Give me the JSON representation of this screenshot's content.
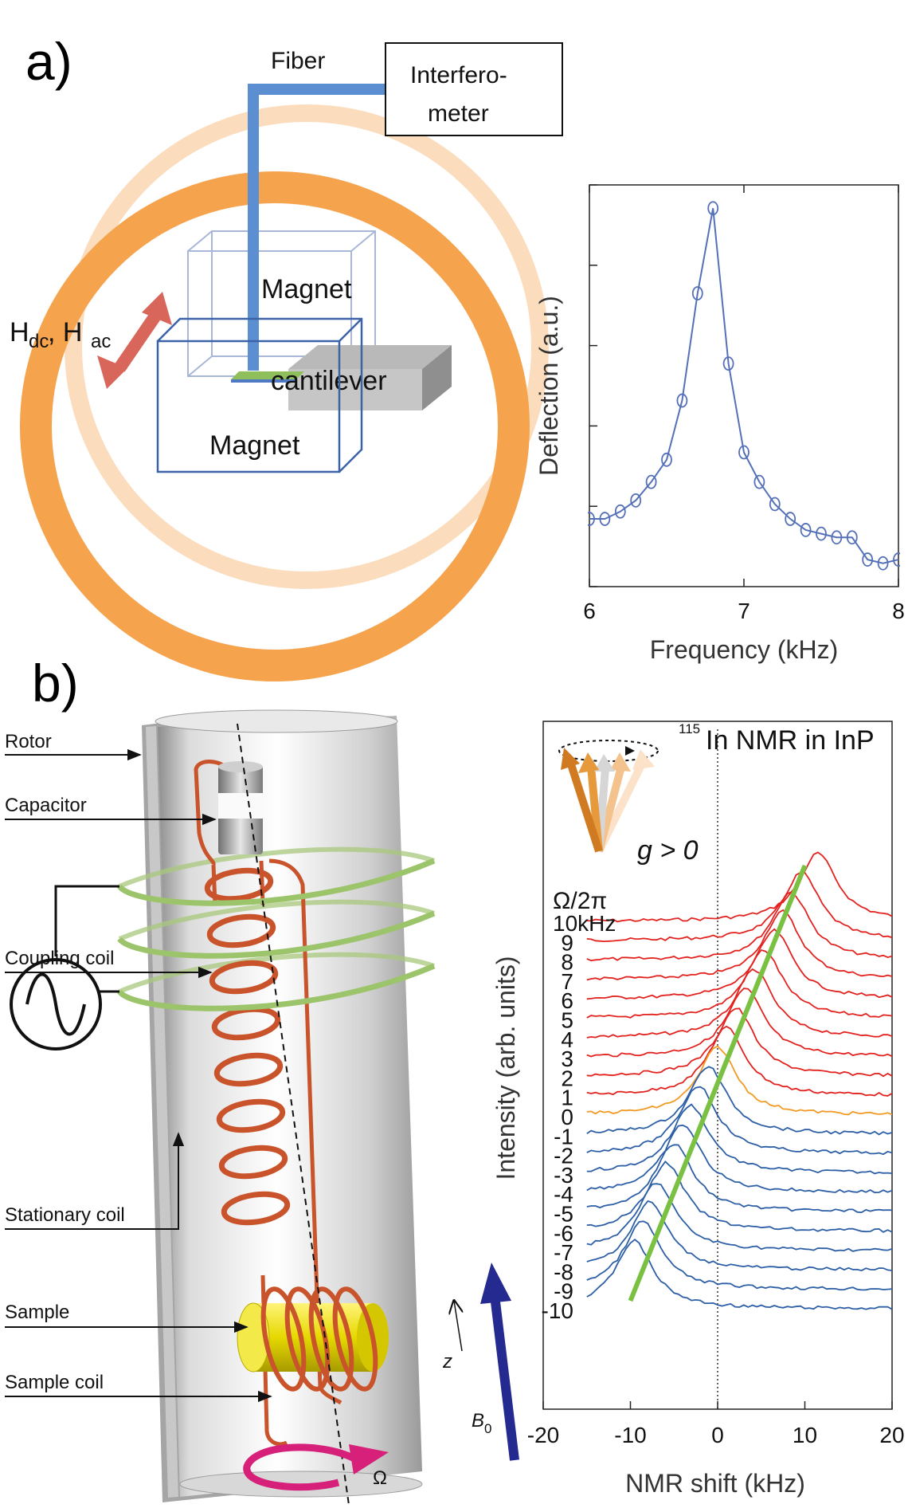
{
  "panel_a": {
    "letter": "a)",
    "fiber_label": "Fiber",
    "interferometer_line1": "Interfero-",
    "interferometer_line2": "meter",
    "magnet_top_label": "Magnet",
    "magnet_bottom_label": "Magnet",
    "cantilever_label": "cantilever",
    "field_label_H": "H",
    "field_label_dc": "dc",
    "field_label_sep": ", H",
    "field_label_ac": "ac",
    "colors": {
      "ring": "#f5a04b",
      "ring_faded": "#fbd9b4",
      "fiber": "#5b8fd1",
      "arrow": "#d9665b",
      "magnet": "#3c63a8",
      "cantilever": "#8fbf5a"
    }
  },
  "panel_b": {
    "letter": "b)",
    "callouts": [
      "Rotor",
      "Capacitor",
      "Coupling coil",
      "Stationary coil",
      "Sample",
      "Sample coil"
    ],
    "rotation_label": "Ω",
    "z_label": "z",
    "b0_label": "B",
    "b0_sub": "0",
    "colors": {
      "copper": "#c9532a",
      "green_coil": "#9cc46a",
      "rotation_arrow": "#d6207a",
      "b0_arrow": "#242a8f",
      "sample": "#e3d400"
    }
  },
  "chart_data": [
    {
      "type": "line",
      "xlabel": "Frequency (kHz)",
      "ylabel": "Deflection (a.u.)",
      "xlim": [
        6,
        8
      ],
      "ylim": [
        0,
        1
      ],
      "xticks": [
        "6",
        "7",
        "8"
      ],
      "x": [
        6.0,
        6.1,
        6.2,
        6.3,
        6.4,
        6.5,
        6.6,
        6.7,
        6.8,
        6.9,
        7.0,
        7.1,
        7.2,
        7.3,
        7.4,
        7.5,
        7.6,
        7.7,
        7.8,
        7.9,
        8.0
      ],
      "series": [
        {
          "values": [
            0.14,
            0.14,
            0.16,
            0.19,
            0.24,
            0.3,
            0.46,
            0.75,
            0.98,
            0.56,
            0.32,
            0.24,
            0.18,
            0.14,
            0.11,
            0.1,
            0.09,
            0.09,
            0.03,
            0.02,
            0.03
          ]
        }
      ],
      "grid": false,
      "marker": "open-circle",
      "color": "#5470b8"
    },
    {
      "type": "line",
      "title": "115In NMR in InP",
      "title_sup": "115",
      "title_main": "In NMR in InP",
      "inset_label": "g > 0",
      "stack_header": "Ω/2π",
      "xlabel": "NMR shift (kHz)",
      "ylabel": "Intensity (arb. units)",
      "xlim": [
        -20,
        20
      ],
      "xticks": [
        "-20",
        "-10",
        "0",
        "10",
        "20"
      ],
      "x_data_start": -15,
      "stack_labels": [
        "10kHz",
        "9",
        "8",
        "7",
        "6",
        "5",
        "4",
        "3",
        "2",
        "1",
        "0",
        "-1",
        "-2",
        "-3",
        "-4",
        "-5",
        "-6",
        "-7",
        "-8",
        "-9",
        "-10"
      ],
      "rotation_freq_khz": [
        10,
        9,
        8,
        7,
        6,
        5,
        4,
        3,
        2,
        1,
        0,
        -1,
        -2,
        -3,
        -4,
        -5,
        -6,
        -7,
        -8,
        -9,
        -10
      ],
      "peak_shift_khz": [
        11.5,
        9.6,
        8.4,
        7.4,
        6.5,
        5.3,
        4.2,
        3.2,
        2.1,
        1.0,
        0.0,
        -1.1,
        -2.2,
        -3.1,
        -4.0,
        -5.0,
        -5.9,
        -7.0,
        -7.8,
        -8.6,
        -9.6
      ],
      "peak_height": [
        0.95,
        0.95,
        0.95,
        0.95,
        0.95,
        0.95,
        0.95,
        0.95,
        0.95,
        0.95,
        0.95,
        0.95,
        0.95,
        0.95,
        0.95,
        0.95,
        0.95,
        0.95,
        0.95,
        0.95,
        0.95
      ],
      "trend_line": {
        "from": [
          -10,
          -10
        ],
        "to": [
          10,
          10
        ]
      },
      "colors": {
        "positive": "#e2231f",
        "zero": "#f19a24",
        "negative": "#2d5fa7",
        "trend": "#7ac143",
        "dotted_zero": "#111111"
      }
    }
  ]
}
